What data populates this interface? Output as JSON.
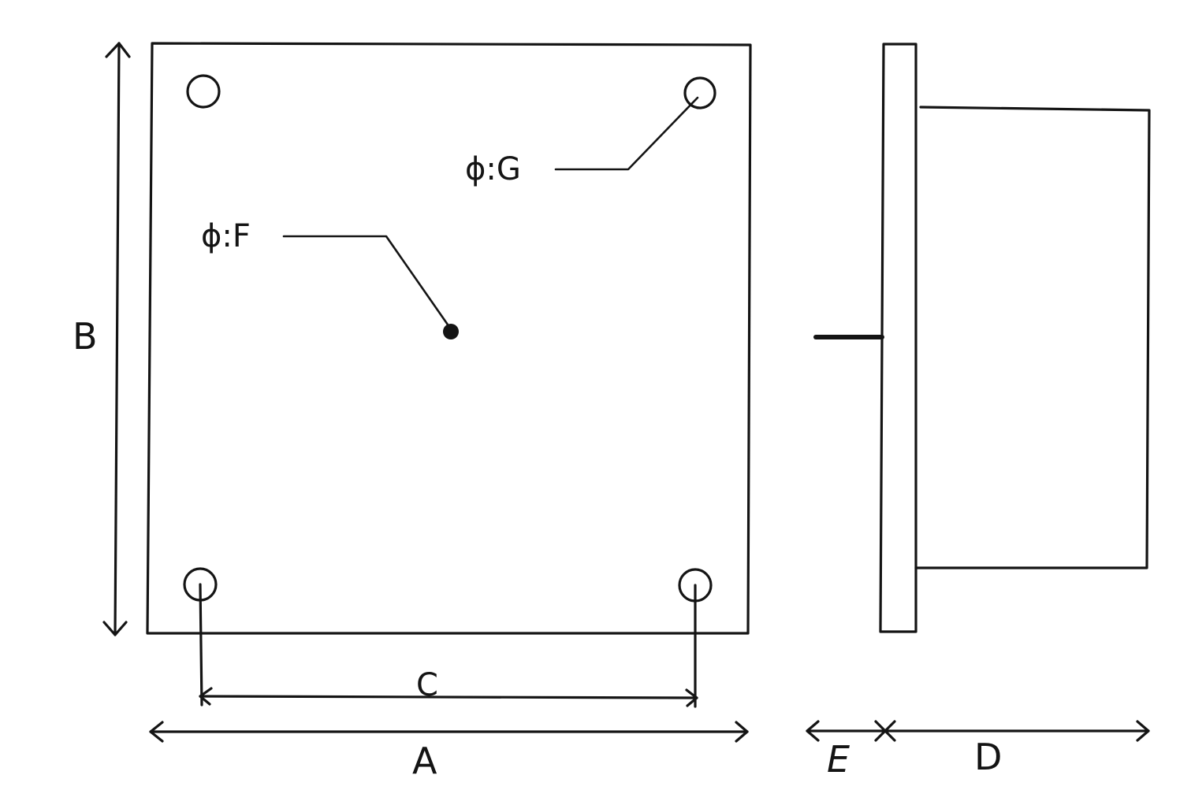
{
  "labels": {
    "A": "A",
    "B": "B",
    "C": "C",
    "D": "D",
    "E": "E",
    "F": "ϕ:F",
    "G": "ϕ:G"
  },
  "colors": {
    "ink": "#141414",
    "paper": "#ffffff"
  }
}
